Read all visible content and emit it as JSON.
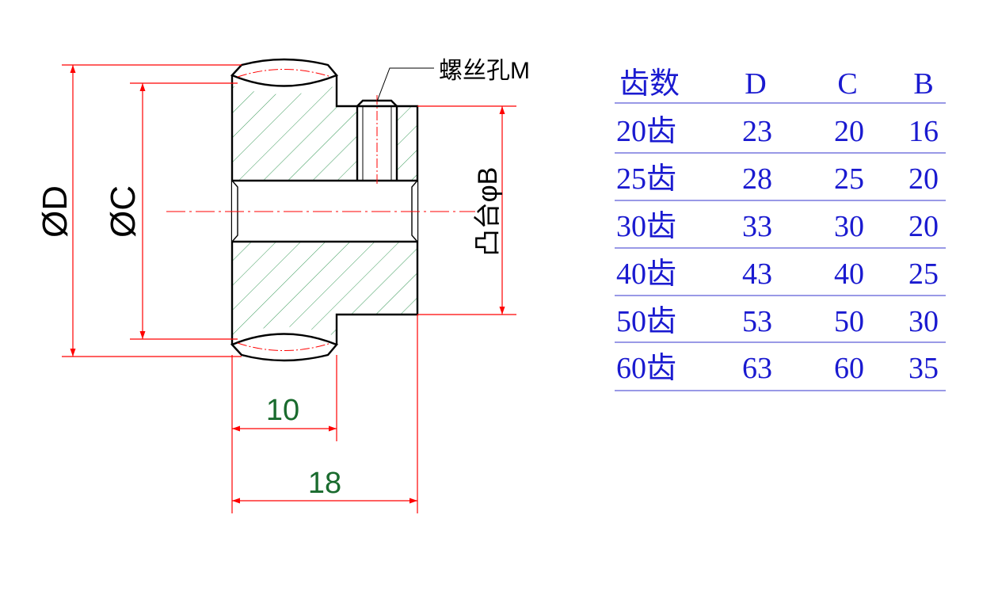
{
  "drawing": {
    "dim_outer_diameter": "ØD",
    "dim_hub_diameter": "ØC",
    "dim_boss_diameter": "凸台φB",
    "screw_hole_label": "螺丝孔M",
    "dim_width_small": "10",
    "dim_width_total": "18"
  },
  "table": {
    "headers": [
      "齿数",
      "D",
      "C",
      "B"
    ],
    "rows": [
      [
        "20齿",
        "23",
        "20",
        "16"
      ],
      [
        "25齿",
        "28",
        "25",
        "20"
      ],
      [
        "30齿",
        "33",
        "30",
        "20"
      ],
      [
        "40齿",
        "43",
        "40",
        "25"
      ],
      [
        "50齿",
        "53",
        "50",
        "30"
      ],
      [
        "60齿",
        "63",
        "60",
        "35"
      ]
    ]
  },
  "colors": {
    "outline": "#000000",
    "dimension": "#ff0000",
    "hatch": "#3a9a5a",
    "dim_text_green": "#1a6b2e",
    "table_text": "#1a1ad0",
    "table_line": "#3333cc"
  }
}
